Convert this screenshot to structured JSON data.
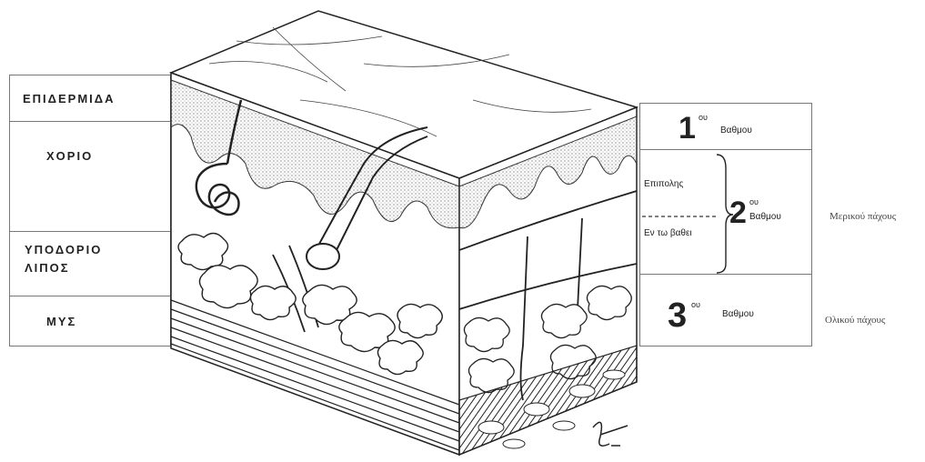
{
  "layers": {
    "epidermis": "ΕΠΙΔΕΡΜΙΔΑ",
    "dermis": "ΧΟΡΙΟ",
    "subcutaneous_line1": "ΥΠΟΔΟΡΙΟ",
    "subcutaneous_line2": "ΛΙΠΟΣ",
    "muscle": "ΜΥΣ"
  },
  "degrees": {
    "first": {
      "numeral": "1",
      "suffix": "ου",
      "word": "Βαθμου"
    },
    "second": {
      "numeral": "2",
      "suffix": "ου",
      "word": "Βαθμου",
      "superficial": "Επιπολης",
      "deep": "Εν τω βαθει"
    },
    "third": {
      "numeral": "3",
      "suffix": "ου",
      "word": "Βαθμου"
    }
  },
  "thickness": {
    "partial": "Μερικού πάχους",
    "full": "Ολικού πάχους"
  }
}
